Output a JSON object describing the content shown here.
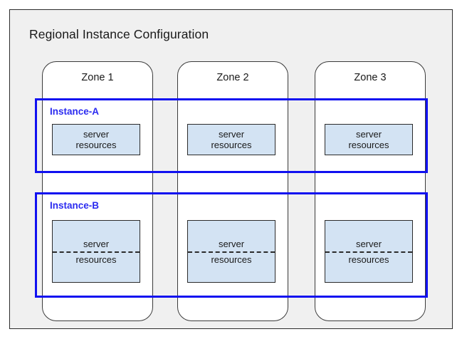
{
  "diagram": {
    "title": "Regional Instance Configuration",
    "background_color": "#f0f0f0",
    "border_color": "#2b2b2b",
    "accent_color": "#1010f0",
    "server_box_color": "#d3e3f3"
  },
  "zones": [
    {
      "label": "Zone 1"
    },
    {
      "label": "Zone 2"
    },
    {
      "label": "Zone 3"
    }
  ],
  "instances": [
    {
      "label": "Instance-A",
      "style": "compact",
      "resources": [
        {
          "line_top": "server",
          "line_bottom": "resources"
        },
        {
          "line_top": "server",
          "line_bottom": "resources"
        },
        {
          "line_top": "server",
          "line_bottom": "resources"
        }
      ]
    },
    {
      "label": "Instance-B",
      "style": "split",
      "resources": [
        {
          "line_top": "server",
          "line_bottom": "resources"
        },
        {
          "line_top": "server",
          "line_bottom": "resources"
        },
        {
          "line_top": "server",
          "line_bottom": "resources"
        }
      ]
    }
  ]
}
